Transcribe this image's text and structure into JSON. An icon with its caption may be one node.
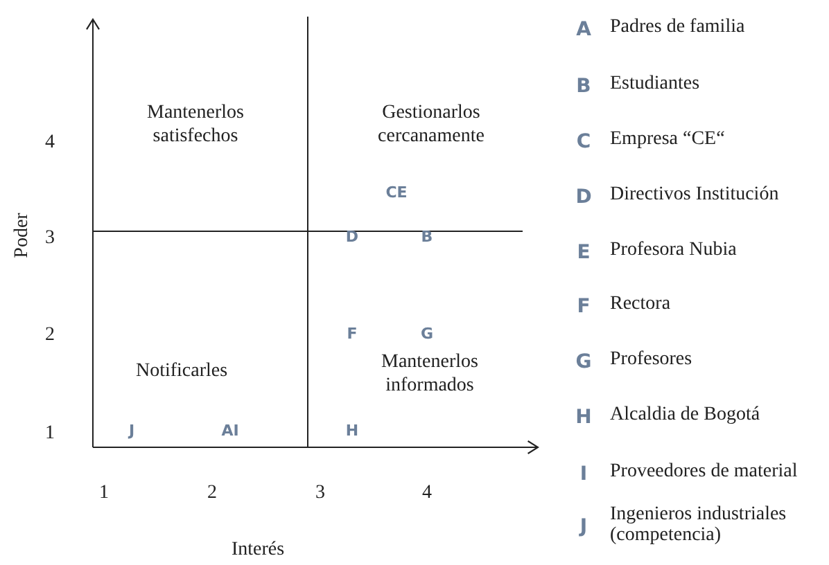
{
  "diagram": {
    "labels": [
      "Mantenerlos satisfechos",
      "Gestionarlos cercanamente",
      "CE",
      "D",
      "B",
      "F",
      "G",
      "Notificarles",
      "Mantenerlos informados",
      "J",
      "AI",
      "H",
      "Poder",
      "4",
      "3",
      "2",
      "1",
      "1",
      "2",
      "3",
      "4",
      "Interés",
      "A",
      "Padres de familia",
      "B",
      "Estudiantes",
      "C",
      "Empresa “CE“",
      "D",
      "Directivos Institución",
      "E",
      "Profesora Nubia",
      "F",
      "Rectora",
      "G",
      "Profesores",
      "H",
      "Alcaldia de Bogotá",
      "I",
      "Proveedores de material",
      "J",
      "Ingenieros industriales (competencia)"
    ]
  }
}
